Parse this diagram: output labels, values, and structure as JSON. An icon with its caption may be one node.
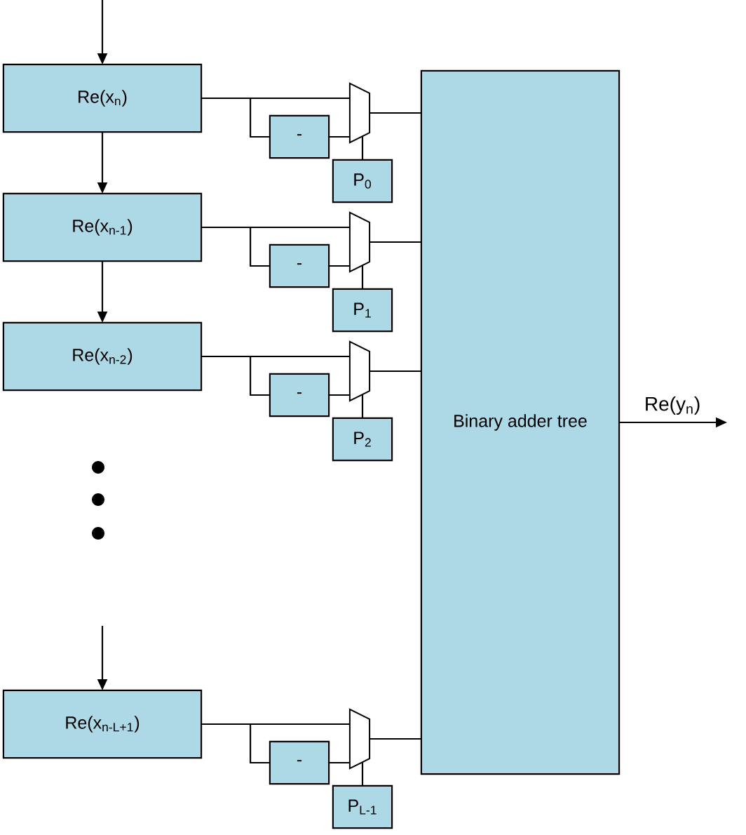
{
  "diagram": {
    "nodes": [
      {
        "text": [
          "Re(x$_{n}$)"
        ]
      },
      {
        "text": [
          "-"
        ]
      },
      {
        "text": [],
        "shape": "trapezoid"
      },
      {
        "text": [
          "P$_{0}$"
        ]
      },
      {
        "text": [
          "Re(x$_{n-1}$)"
        ]
      },
      {
        "text": [
          "-"
        ]
      },
      {
        "text": [],
        "shape": "trapezoid"
      },
      {
        "text": [
          "P$_{1}$"
        ]
      },
      {
        "text": [
          "Re(x$_{n-2}$)"
        ]
      },
      {
        "text": [
          "-"
        ]
      },
      {
        "text": [],
        "shape": "trapezoid"
      },
      {
        "text": [
          "P$_{2}$"
        ]
      },
      {
        "text": [
          "Re(x$_{n-L+1}$)"
        ]
      },
      {
        "text": [
          "-"
        ]
      },
      {
        "text": [],
        "shape": "trapezoid"
      },
      {
        "text": [
          "P$_{L-1}$"
        ]
      },
      {
        "text": [
          "Binary adder tree"
        ]
      }
    ],
    "edges": [
      {
        "from": null,
        "to": 0,
        "arrow": "to"
      },
      {
        "from": 0,
        "to": 4,
        "arrow": "to"
      },
      {
        "from": 4,
        "to": 8,
        "arrow": "to"
      },
      {
        "from": null,
        "to": 12,
        "arrow": "to"
      },
      {
        "from": 0,
        "to": 2,
        "arrow": "none"
      },
      {
        "from": 0,
        "to": 1,
        "arrow": "none"
      },
      {
        "from": 1,
        "to": 2,
        "arrow": "none"
      },
      {
        "from": 3,
        "to": 2,
        "arrow": "none"
      },
      {
        "from": 2,
        "to": 16,
        "arrow": "none"
      },
      {
        "from": 4,
        "to": 6,
        "arrow": "none"
      },
      {
        "from": 4,
        "to": 5,
        "arrow": "none"
      },
      {
        "from": 5,
        "to": 6,
        "arrow": "none"
      },
      {
        "from": 7,
        "to": 6,
        "arrow": "none"
      },
      {
        "from": 6,
        "to": 16,
        "arrow": "none"
      },
      {
        "from": 8,
        "to": 10,
        "arrow": "none"
      },
      {
        "from": 8,
        "to": 9,
        "arrow": "none"
      },
      {
        "from": 9,
        "to": 10,
        "arrow": "none"
      },
      {
        "from": 11,
        "to": 10,
        "arrow": "none"
      },
      {
        "from": 10,
        "to": 16,
        "arrow": "none"
      },
      {
        "from": 12,
        "to": 14,
        "arrow": "none"
      },
      {
        "from": 12,
        "to": 13,
        "arrow": "none"
      },
      {
        "from": 13,
        "to": 14,
        "arrow": "none"
      },
      {
        "from": 15,
        "to": 14,
        "arrow": "none"
      },
      {
        "from": 14,
        "to": 16,
        "arrow": "none"
      },
      {
        "from": 16,
        "to": null,
        "label": "Re(y$_{n}$)",
        "arrow": "to"
      }
    ]
  }
}
